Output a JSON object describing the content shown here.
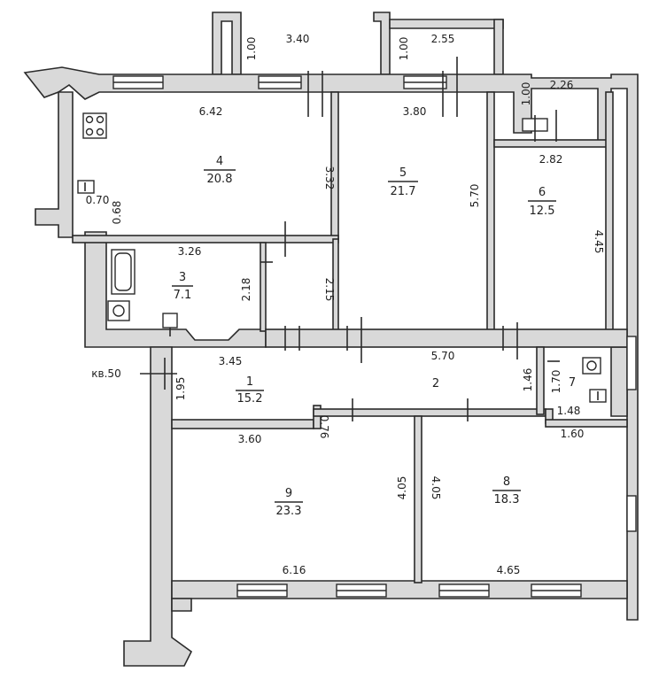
{
  "rooms": [
    {
      "num": "1",
      "area": "15.2"
    },
    {
      "num": "2",
      "area": ""
    },
    {
      "num": "3",
      "area": "7.1"
    },
    {
      "num": "4",
      "area": "20.8"
    },
    {
      "num": "5",
      "area": "21.7"
    },
    {
      "num": "6",
      "area": "12.5"
    },
    {
      "num": "7",
      "area": ""
    },
    {
      "num": "8",
      "area": "18.3"
    },
    {
      "num": "9",
      "area": "23.3"
    }
  ],
  "dimensions": {
    "balcony_left_depth": "1.00",
    "balcony_left_width": "3.40",
    "balcony_mid_depth": "1.00",
    "balcony_mid_width": "2.55",
    "balcony_right_depth": "1.00",
    "balcony_right_width": "2.26",
    "room4_width": "6.42",
    "room4_depth": "3.32",
    "room4_small_a": "0.70",
    "room4_small_b": "0.68",
    "room5_width": "3.80",
    "room5_depth": "5.70",
    "room6_width": "2.82",
    "room6_depth": "4.45",
    "room3_width": "3.26",
    "room3_depth": "2.18",
    "closet_depth": "2.15",
    "corridor_left": "3.45",
    "corridor_right": "5.70",
    "entry_depth": "1.95",
    "entry_width": "0.76",
    "room7_a": "1.46",
    "room7_b": "1.70",
    "room7_c": "1.48",
    "room7_d": "1.60",
    "room9_width_top": "3.60",
    "room9_depth": "4.05",
    "room8_depth": "4.05",
    "room9_width": "6.16",
    "room8_width": "4.65"
  },
  "entrance_label": "кв.50"
}
